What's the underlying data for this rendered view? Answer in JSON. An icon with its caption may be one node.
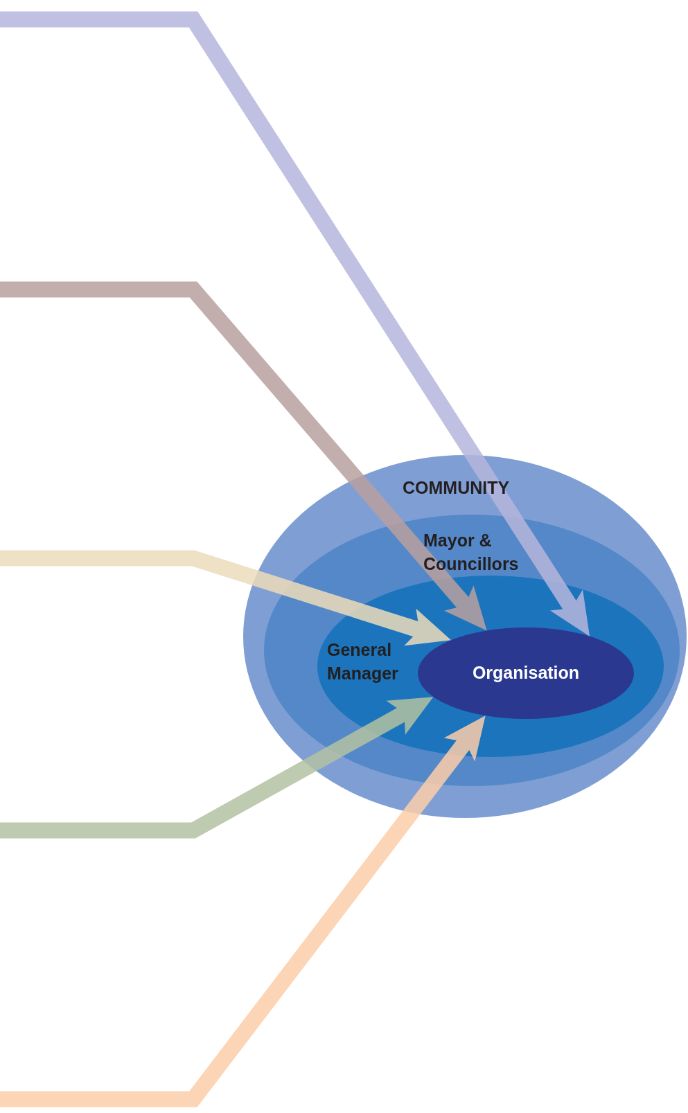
{
  "diagram": {
    "nodes": [
      {
        "text": [
          "COMMUNITY"
        ]
      },
      {
        "text": [
          "Mayor & Councillors"
        ],
        "in": 0
      },
      {
        "text": [
          "General Manager"
        ],
        "in": 1
      },
      {
        "text": [
          "Organisation"
        ],
        "in": 2
      }
    ],
    "edges": [
      {
        "from": null,
        "to": 3,
        "arrow": "to",
        "color": "#b6b6dd"
      },
      {
        "from": null,
        "to": 3,
        "arrow": "to",
        "color": "#b9a0a0"
      },
      {
        "from": null,
        "to": 3,
        "arrow": "to",
        "color": "#eddcbb"
      },
      {
        "from": null,
        "to": 3,
        "arrow": "to",
        "color": "#b3c2a3"
      },
      {
        "from": null,
        "to": 3,
        "arrow": "to",
        "color": "#fcceaa"
      }
    ]
  }
}
